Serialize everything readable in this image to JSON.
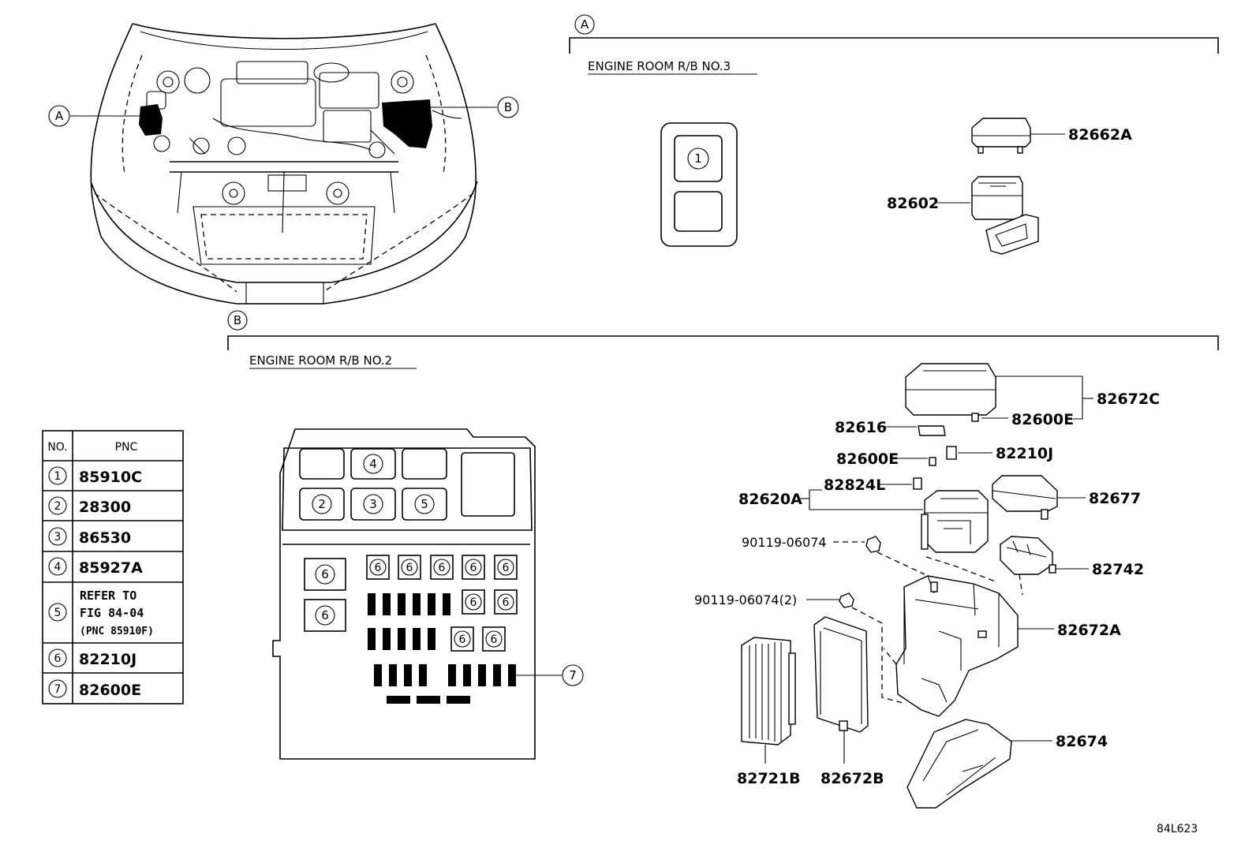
{
  "callouts": {
    "a": "A",
    "b": "B"
  },
  "sections": {
    "a_title": "ENGINE ROOM R/B NO.3",
    "b_title": "ENGINE ROOM R/B NO.2"
  },
  "table": {
    "headers": [
      "NO.",
      "PNC"
    ],
    "rows": [
      {
        "no": "1",
        "pnc": "85910C"
      },
      {
        "no": "2",
        "pnc": "28300"
      },
      {
        "no": "3",
        "pnc": "86530"
      },
      {
        "no": "4",
        "pnc": "85927A"
      },
      {
        "no": "5",
        "pnc_lines": [
          "REFER TO",
          "FIG 84-04",
          "(PNC 85910F)"
        ]
      },
      {
        "no": "6",
        "pnc": "82210J"
      },
      {
        "no": "7",
        "pnc": "82600E"
      }
    ]
  },
  "rb3_slot_label": "1",
  "rb2_slots": {
    "top": "4",
    "mid": [
      "2",
      "3",
      "5"
    ],
    "relay": "6",
    "pointer": "7"
  },
  "parts": {
    "p82662A": "82662A",
    "p82602": "82602",
    "p82672C": "82672C",
    "p82600E_a": "82600E",
    "p82616": "82616",
    "p82210J": "82210J",
    "p82600E_b": "82600E",
    "p82620A": "82620A",
    "p82824L": "82824L",
    "p82677": "82677",
    "p90119_a": "90119-06074",
    "p82742": "82742",
    "p90119_b": "90119-06074(2)",
    "p82672A": "82672A",
    "p82674": "82674",
    "p82721B": "82721B",
    "p82672B": "82672B"
  },
  "figure_code": "84L623"
}
